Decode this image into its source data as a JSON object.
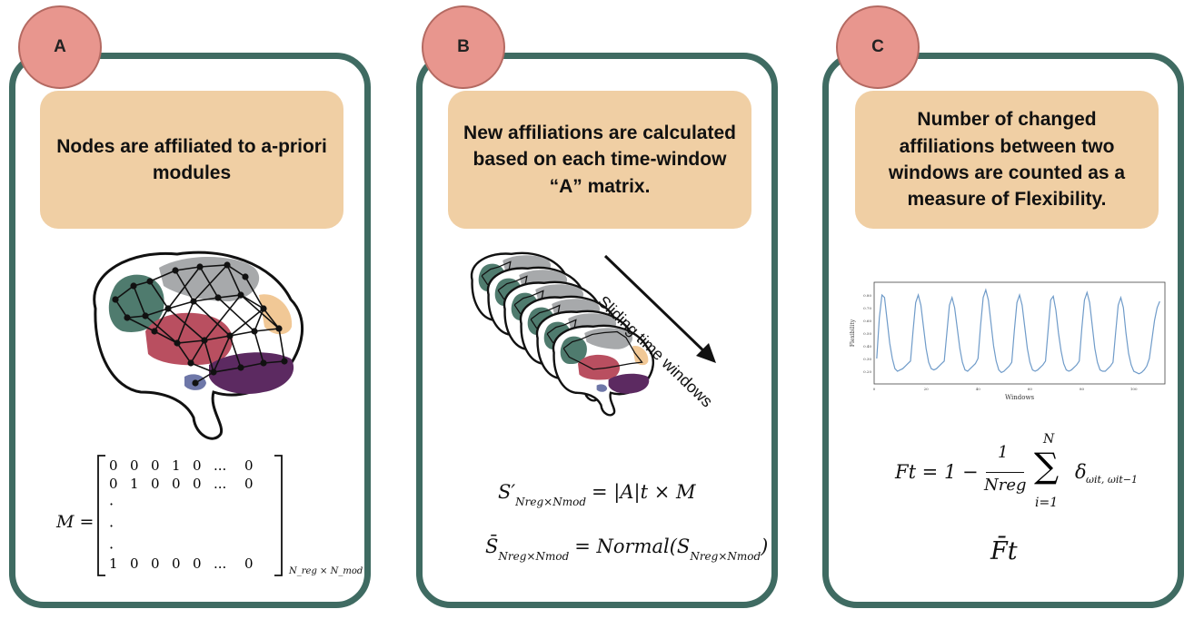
{
  "panels": [
    {
      "letter": "A",
      "text": "Nodes are affiliated to a-priori modules"
    },
    {
      "letter": "B",
      "text": "New affiliations are calculated based on each time-window “A” matrix."
    },
    {
      "letter": "C",
      "text": "Number of changed affiliations between two windows are counted as a measure of Flexibility."
    }
  ],
  "matrix": {
    "lhs": "M =",
    "rows": [
      [
        "0",
        "0",
        "0",
        "1",
        "0",
        "...",
        "0"
      ],
      [
        "0",
        "1",
        "0",
        "0",
        "0",
        "...",
        "0"
      ],
      [
        "1",
        "0",
        "0",
        "0",
        "0",
        "...",
        "0"
      ]
    ],
    "dots": [
      "·",
      "·",
      "·"
    ],
    "subscript": "N_reg × N_mod"
  },
  "arrow_label": "Sliding time windows",
  "formulas_b": {
    "eq1_lhs": "S′",
    "eq1_sub": "Nreg×Nmod",
    "eq1_rhs": "= |A|t × M",
    "eq2_lhs": "S̄",
    "eq2_sub": "Nreg×Nmod",
    "eq2_rhs": "= Normal(S",
    "eq2_close": ")"
  },
  "formulas_c": {
    "ft": "Ft = 1 −",
    "frac_num": "1",
    "frac_den": "Nreg",
    "sum_top": "N",
    "sum_bottom": "i=1",
    "delta": "δ",
    "delta_sub": "ωit, ωit−1",
    "fbar": "F̄t"
  },
  "chart_data": {
    "type": "line",
    "xlabel": "Windows",
    "ylabel": "Flexibility",
    "ylim": [
      0.1,
      0.9
    ],
    "xlim": [
      0,
      112
    ],
    "x_ticks": [
      "0",
      "20",
      "40",
      "60",
      "80",
      "100"
    ],
    "y_ticks": [
      "0.20",
      "0.30",
      "0.40",
      "0.50",
      "0.60",
      "0.70",
      "0.80"
    ],
    "x": [
      1,
      2,
      3,
      4,
      5,
      6,
      7,
      8,
      9,
      10,
      11,
      12,
      13,
      14,
      15,
      16,
      17,
      18,
      19,
      20,
      21,
      22,
      23,
      24,
      25,
      26,
      27,
      28,
      29,
      30,
      31,
      32,
      33,
      34,
      35,
      36,
      37,
      38,
      39,
      40,
      41,
      42,
      43,
      44,
      45,
      46,
      47,
      48,
      49,
      50,
      51,
      52,
      53,
      54,
      55,
      56,
      57,
      58,
      59,
      60,
      61,
      62,
      63,
      64,
      65,
      66,
      67,
      68,
      69,
      70,
      71,
      72,
      73,
      74,
      75,
      76,
      77,
      78,
      79,
      80,
      81,
      82,
      83,
      84,
      85,
      86,
      87,
      88,
      89,
      90,
      91,
      92,
      93,
      94,
      95,
      96,
      97,
      98,
      99,
      100,
      101,
      102,
      103,
      104,
      105,
      106,
      107,
      108,
      109,
      110
    ],
    "series": [
      {
        "name": "",
        "color": "#6f9bc9",
        "values": [
          0.3,
          0.62,
          0.8,
          0.78,
          0.6,
          0.42,
          0.3,
          0.22,
          0.2,
          0.21,
          0.22,
          0.24,
          0.26,
          0.28,
          0.52,
          0.74,
          0.8,
          0.72,
          0.55,
          0.38,
          0.27,
          0.22,
          0.21,
          0.22,
          0.24,
          0.26,
          0.28,
          0.5,
          0.72,
          0.78,
          0.7,
          0.54,
          0.38,
          0.27,
          0.21,
          0.2,
          0.22,
          0.24,
          0.26,
          0.3,
          0.56,
          0.78,
          0.84,
          0.76,
          0.58,
          0.4,
          0.28,
          0.21,
          0.19,
          0.2,
          0.22,
          0.24,
          0.27,
          0.52,
          0.74,
          0.8,
          0.72,
          0.55,
          0.38,
          0.27,
          0.21,
          0.2,
          0.21,
          0.23,
          0.25,
          0.28,
          0.52,
          0.76,
          0.79,
          0.68,
          0.5,
          0.36,
          0.26,
          0.21,
          0.2,
          0.21,
          0.23,
          0.25,
          0.28,
          0.54,
          0.76,
          0.82,
          0.74,
          0.56,
          0.38,
          0.27,
          0.21,
          0.2,
          0.2,
          0.22,
          0.24,
          0.27,
          0.5,
          0.72,
          0.78,
          0.7,
          0.5,
          0.34,
          0.25,
          0.2,
          0.19,
          0.18,
          0.19,
          0.21,
          0.24,
          0.3,
          0.45,
          0.6,
          0.7,
          0.75
        ]
      }
    ]
  },
  "colors": {
    "frame": "#3f6b62",
    "badge": "#e8968e",
    "box": "#f0cfa4",
    "green": "#4f7b6e",
    "gray": "#a7a9ab",
    "red": "#b94f60",
    "purple": "#5c2a61",
    "orange": "#f1c896",
    "blue": "#6e77a8"
  }
}
